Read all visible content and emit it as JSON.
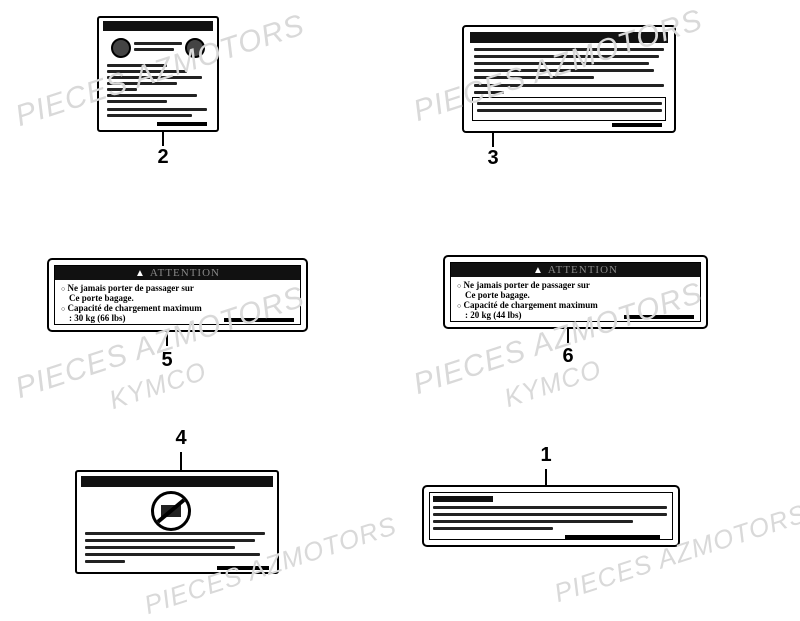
{
  "callouts": {
    "one": "1",
    "two": "2",
    "three": "3",
    "four": "4",
    "five": "5",
    "six": "6"
  },
  "watermarks": {
    "site": "PIECES AZMOTORS",
    "brand": "KYMCO"
  },
  "labels": {
    "five": {
      "header": "ATTENTION",
      "bullet1_line1": "Ne jamais porter de passager sur",
      "bullet1_line2": "Ce porte bagage.",
      "bullet2_line1": "Capacité de chargement maximum",
      "bullet2_line2": "30 kg (66 lbs)"
    },
    "six": {
      "header": "ATTENTION",
      "bullet1_line1": "Ne jamais porter de passager sur",
      "bullet1_line2": "Ce porte bagage.",
      "bullet2_line1": "Capacité de chargement maximum",
      "bullet2_line2": "20 kg (44 lbs)"
    }
  },
  "colors": {
    "ink": "#000000",
    "watermark": "#d9d9d9"
  }
}
